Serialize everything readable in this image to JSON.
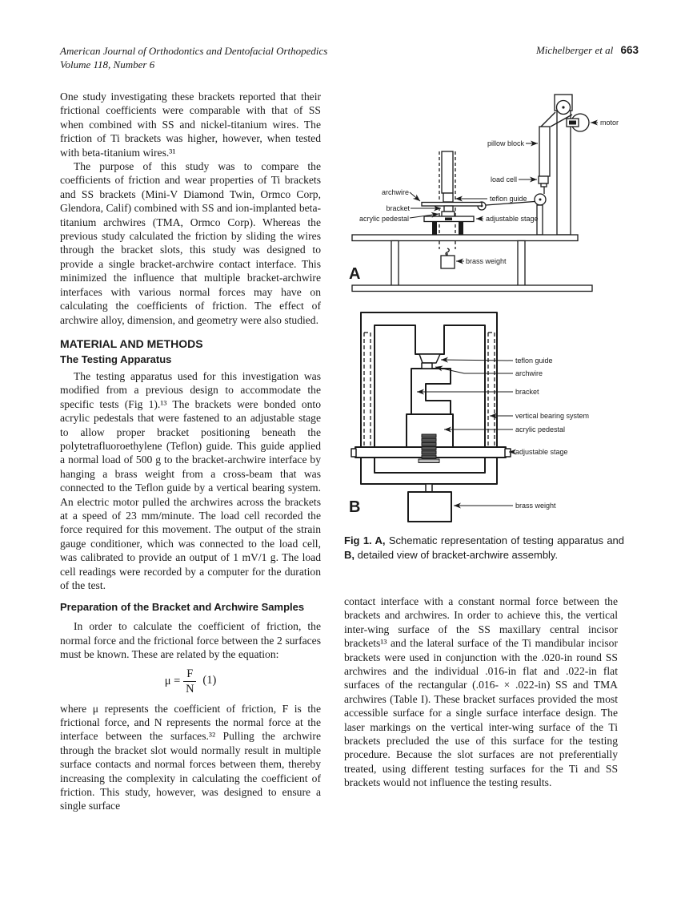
{
  "header": {
    "journal_line1": "American Journal of Orthodontics and Dentofacial Orthopedics",
    "journal_line2": "Volume 118, Number 6",
    "authors": "Michelberger et al",
    "page_number": "663"
  },
  "left_column": {
    "para1": "One study investigating these brackets reported that their frictional coefficients were comparable with that of SS when combined with SS and nickel-titanium wires. The friction of Ti brackets was higher, however, when tested with beta-titanium wires.³¹",
    "para2": "The purpose of this study was to compare the coefficients of friction and wear properties of Ti brackets and SS brackets (Mini-V Diamond Twin, Ormco Corp, Glendora, Calif) combined with SS and ion-implanted beta-titanium archwires (TMA, Ormco Corp). Whereas the previous study calculated the friction by sliding the wires through the bracket slots, this study was designed to provide a single bracket-archwire contact interface. This minimized the influence that multiple bracket-archwire interfaces with various normal forces may have on calculating the coefficients of friction. The effect of archwire alloy, dimension, and geometry were also studied.",
    "section_heading": "MATERIAL AND METHODS",
    "subsection1": "The Testing Apparatus",
    "para3": "The testing apparatus used for this investigation was modified from a previous design to accommodate the specific tests (Fig 1).¹³ The brackets were bonded onto acrylic pedestals that were fastened to an adjustable stage to allow proper bracket positioning beneath the polytetrafluoroethylene (Teflon) guide. This guide applied a normal load of 500 g to the bracket-archwire interface by hanging a brass weight from a cross-beam that was connected to the Teflon guide by a vertical bearing system. An electric motor pulled the archwires across the brackets at a speed of 23 mm/minute. The load cell recorded the force required for this movement. The output of the strain gauge conditioner, which was connected to the load cell, was calibrated to provide an output of 1 mV/1 g. The load cell readings were recorded by a computer for the duration of the test.",
    "subsection2": "Preparation of the Bracket and Archwire Samples",
    "para4": "In order to calculate the coefficient of friction, the normal force and the frictional force between the 2 surfaces must be known. These are related by the equation:",
    "equation": {
      "lhs": "μ =",
      "numerator": "F",
      "denominator": "N",
      "tag": "(1)"
    },
    "para5": "where μ represents the coefficient of friction, F is the frictional force, and N represents the normal force at the interface between the surfaces.³² Pulling the archwire through the bracket slot would normally result in multiple surface contacts and normal forces between them, thereby increasing the complexity in calculating the coefficient of friction. This study, however, was designed to ensure a single surface"
  },
  "figure": {
    "panel_a": {
      "letter": "A",
      "labels": {
        "archwire": "archwire",
        "bracket": "bracket",
        "acrylic_pedestal": "acrylic pedestal",
        "teflon_guide": "teflon guide",
        "adjustable_stage": "adjustable stage",
        "pillow_block": "pillow block",
        "load_cell": "load cell",
        "motor": "motor",
        "brass_weight": "brass weight"
      }
    },
    "panel_b": {
      "letter": "B",
      "labels": {
        "teflon_guide": "teflon guide",
        "archwire": "archwire",
        "bracket": "bracket",
        "vertical_bearing_system": "vertical bearing system",
        "acrylic_pedestal": "acrylic pedestal",
        "adjustable_stage": "adjustable stage",
        "brass_weight": "brass weight"
      }
    },
    "caption": {
      "bold1": "Fig 1. A,",
      "normal1": " Schematic representation of testing apparatus and ",
      "bold2": "B,",
      "normal2": " detailed view of bracket-archwire assembly."
    }
  },
  "right_column": {
    "para1": "contact interface with a constant normal force between the brackets and archwires. In order to achieve this, the vertical inter-wing surface of the SS maxillary central incisor brackets¹³ and the lateral surface of the Ti mandibular incisor brackets were used in conjunction with the .020-in round SS archwires and the individual .016-in flat and .022-in flat surfaces of the rectangular (.016- × .022-in) SS and TMA archwires (Table I). These bracket surfaces provided the most accessible surface for a single surface interface design. The laser markings on the vertical inter-wing surface of the Ti brackets precluded the use of this surface for the testing procedure. Because the slot surfaces are not preferentially treated, using different testing surfaces for the Ti and SS brackets would not influence the testing results."
  }
}
